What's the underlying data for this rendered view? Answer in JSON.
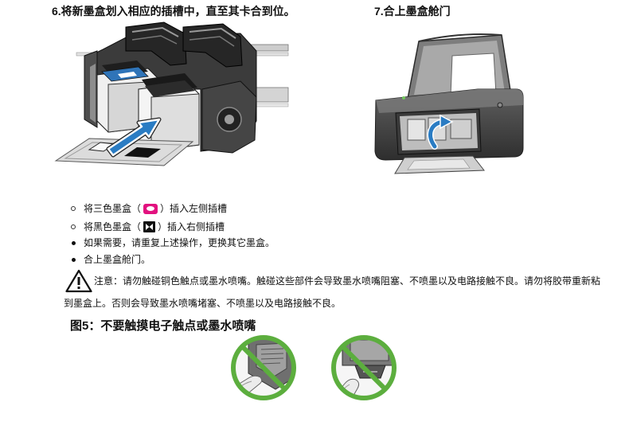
{
  "steps": {
    "step6": {
      "heading": "6.将新墨盒划入相应的插槽中，直至其卡合到位。"
    },
    "step7": {
      "heading": "7.合上墨盒舱门"
    }
  },
  "instructions": {
    "items": [
      {
        "before": "将三色墨盒（",
        "icon": "tricolor-cartridge-icon",
        "after": "）插入左侧插槽"
      },
      {
        "before": "将黑色墨盒（",
        "icon": "black-cartridge-icon",
        "after": "）插入右侧插槽"
      },
      {
        "text": "如果需要，请重复上述操作，更换其它墨盒。"
      },
      {
        "text": "合上墨盒舱门。"
      }
    ]
  },
  "caution": {
    "icon": "warning-icon",
    "line1": "注意：请勿触碰铜色触点或墨水喷嘴。触碰这些部件会导致墨水喷嘴阻塞、不喷墨以及电路接触不良。请勿将胶带重新粘",
    "line2": "到墨盒上。否则会导致墨水喷嘴堵塞、不喷墨以及电路接触不良。"
  },
  "figure": {
    "caption": "图5：不要触摸电子触点或墨水喷嘴",
    "images": [
      {
        "icon": "no-touch-contacts-icon"
      },
      {
        "icon": "no-touch-nozzles-icon"
      }
    ]
  },
  "colors": {
    "text": "#111111",
    "tricolor_icon": "#e2127f",
    "black_icon": "#111111",
    "arrow_blue": "#2a7cc3",
    "cartridge_label_blue": "#2f74b8",
    "prohibit_green": "#5cae3e"
  }
}
